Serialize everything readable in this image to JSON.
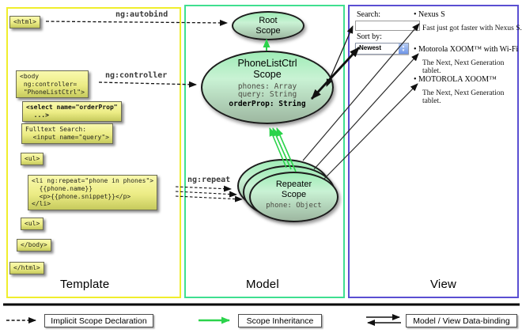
{
  "panels": {
    "template": {
      "label": "Template"
    },
    "model": {
      "label": "Model"
    },
    "view": {
      "label": "View"
    }
  },
  "template_code": {
    "html_open": "<html>",
    "body_open": "<body\n ng:controller=\n \"PhoneListCtrl\">",
    "select": "<select name=\"orderProp\"\n  ...>",
    "fulltext": "Fulltext Search:\n  <input name=\"query\">",
    "ul_open": "<ul>",
    "li_repeat": "<li ng:repeat=\"phone in phones\">\n  {{phone.name}}\n  <p>{{phone.snippet}}</p>\n</li>",
    "ul_close": "<ul>",
    "body_close": "</body>",
    "html_close": "</html>"
  },
  "annotations": {
    "autobind": "ng:autobind",
    "controller": "ng:controller",
    "repeat": "ng:repeat"
  },
  "scopes": {
    "root": {
      "title": "Root\nScope"
    },
    "phone_list_ctrl": {
      "title": "PhoneListCtrl\nScope",
      "prop_phones": "phones: Array",
      "prop_query": "query: String",
      "prop_order": "orderProp: String"
    },
    "repeater": {
      "title": "Repeater\nScope",
      "prop_phone": "phone: Object"
    }
  },
  "view": {
    "search_label": "Search:",
    "search_value": "",
    "sort_label": "Sort by:",
    "sort_value": "Newest",
    "items": [
      {
        "name": "Nexus S",
        "snippet": "Fast just got faster with Nexus S."
      },
      {
        "name": "Motorola XOOM™ with Wi-Fi",
        "snippet": "The Next, Next Generation tablet."
      },
      {
        "name": "MOTOROLA XOOM™",
        "snippet": "The Next, Next Generation tablet."
      }
    ]
  },
  "legend": {
    "implicit": "Implicit Scope Declaration",
    "inheritance": "Scope Inheritance",
    "binding": "Model / View Data-binding"
  },
  "colors": {
    "template_border": "#f0ee2c",
    "model_border": "#3fdf90",
    "view_border": "#5a4fd2",
    "code_box": "#ecec85",
    "scope_fill_top": "#a0ecb7",
    "scope_fill_bottom": "#9db7a0",
    "inheritance_green": "#2bd34b",
    "arrow_black": "#111111"
  }
}
